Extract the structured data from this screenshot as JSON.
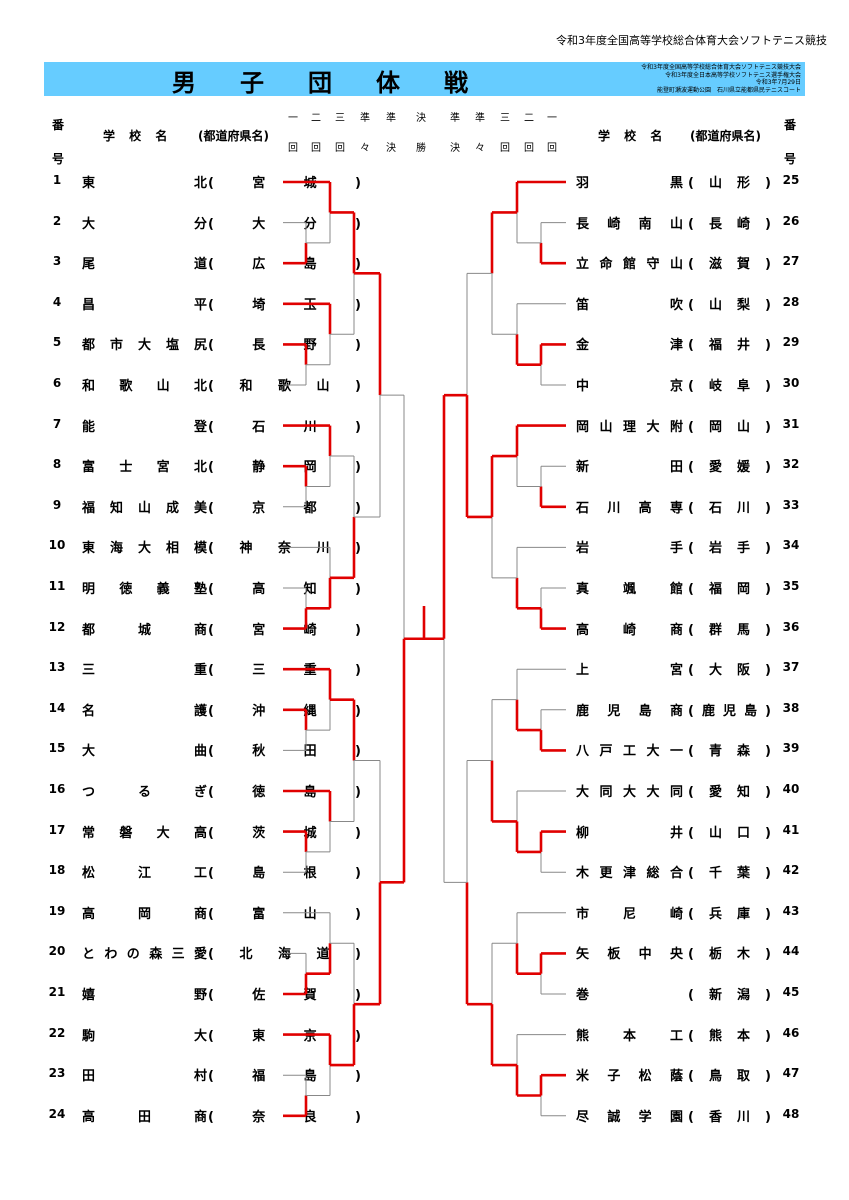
{
  "header": {
    "top_note": "令和3年度全国高等学校総合体育大会ソフトテニス競技",
    "title": "男子団体戦",
    "info_lines": [
      "令和3年度全国高等学校総合体育大会ソフトテニス競技大会",
      "令和3年度全日本高等学校ソフトテニス選手権大会",
      "令和3年7月29日",
      "能登町瀬波運動公園　石川県立能都県民テニスコート"
    ]
  },
  "columns": {
    "num_label": "番号",
    "school_label": "学 校 名",
    "pref_label": "(都道府県名)",
    "rounds_left": [
      {
        "top": "一",
        "bottom": "回"
      },
      {
        "top": "二",
        "bottom": "回"
      },
      {
        "top": "三",
        "bottom": "回"
      },
      {
        "top": "準",
        "bottom": "々"
      },
      {
        "top": "準",
        "bottom": "決"
      },
      {
        "top": "決",
        "bottom": "勝"
      }
    ],
    "rounds_right": [
      {
        "top": "準",
        "bottom": "決"
      },
      {
        "top": "準",
        "bottom": "々"
      },
      {
        "top": "三",
        "bottom": "回"
      },
      {
        "top": "二",
        "bottom": "回"
      },
      {
        "top": "一",
        "bottom": "回"
      }
    ]
  },
  "left_teams": [
    {
      "num": "1",
      "school": "東北",
      "pref": "宮城"
    },
    {
      "num": "2",
      "school": "大分",
      "pref": "大分"
    },
    {
      "num": "3",
      "school": "尾道",
      "pref": "広島"
    },
    {
      "num": "4",
      "school": "昌平",
      "pref": "埼玉"
    },
    {
      "num": "5",
      "school": "都市大塩尻",
      "pref": "長野"
    },
    {
      "num": "6",
      "school": "和歌山北",
      "pref": "和歌山"
    },
    {
      "num": "7",
      "school": "能登",
      "pref": "石川"
    },
    {
      "num": "8",
      "school": "富士宮北",
      "pref": "静岡"
    },
    {
      "num": "9",
      "school": "福知山成美",
      "pref": "京都"
    },
    {
      "num": "10",
      "school": "東海大相模",
      "pref": "神奈川"
    },
    {
      "num": "11",
      "school": "明徳義塾",
      "pref": "高知"
    },
    {
      "num": "12",
      "school": "都城商",
      "pref": "宮崎"
    },
    {
      "num": "13",
      "school": "三重",
      "pref": "三重"
    },
    {
      "num": "14",
      "school": "名護",
      "pref": "沖縄"
    },
    {
      "num": "15",
      "school": "大曲",
      "pref": "秋田"
    },
    {
      "num": "16",
      "school": "つるぎ",
      "pref": "徳島"
    },
    {
      "num": "17",
      "school": "常磐大高",
      "pref": "茨城"
    },
    {
      "num": "18",
      "school": "松江工",
      "pref": "島根"
    },
    {
      "num": "19",
      "school": "高岡商",
      "pref": "富山"
    },
    {
      "num": "20",
      "school": "とわの森三愛",
      "pref": "北海道"
    },
    {
      "num": "21",
      "school": "嬉野",
      "pref": "佐賀"
    },
    {
      "num": "22",
      "school": "駒大",
      "pref": "東京"
    },
    {
      "num": "23",
      "school": "田村",
      "pref": "福島"
    },
    {
      "num": "24",
      "school": "高田商",
      "pref": "奈良"
    }
  ],
  "right_teams": [
    {
      "num": "25",
      "school": "羽黒",
      "pref": "山形"
    },
    {
      "num": "26",
      "school": "長崎南山",
      "pref": "長崎"
    },
    {
      "num": "27",
      "school": "立命館守山",
      "pref": "滋賀"
    },
    {
      "num": "28",
      "school": "笛吹",
      "pref": "山梨"
    },
    {
      "num": "29",
      "school": "金津",
      "pref": "福井"
    },
    {
      "num": "30",
      "school": "中京",
      "pref": "岐阜"
    },
    {
      "num": "31",
      "school": "岡山理大附",
      "pref": "岡山"
    },
    {
      "num": "32",
      "school": "新田",
      "pref": "愛媛"
    },
    {
      "num": "33",
      "school": "石川高専",
      "pref": "石川"
    },
    {
      "num": "34",
      "school": "岩手",
      "pref": "岩手"
    },
    {
      "num": "35",
      "school": "真颯館",
      "pref": "福岡"
    },
    {
      "num": "36",
      "school": "高崎商",
      "pref": "群馬"
    },
    {
      "num": "37",
      "school": "上宮",
      "pref": "大阪"
    },
    {
      "num": "38",
      "school": "鹿児島商",
      "pref": "鹿児島"
    },
    {
      "num": "39",
      "school": "八戸工大一",
      "pref": "青森"
    },
    {
      "num": "40",
      "school": "大同大大同",
      "pref": "愛知"
    },
    {
      "num": "41",
      "school": "柳井",
      "pref": "山口"
    },
    {
      "num": "42",
      "school": "木更津総合",
      "pref": "千葉"
    },
    {
      "num": "43",
      "school": "市尼崎",
      "pref": "兵庫"
    },
    {
      "num": "44",
      "school": "矢板中央",
      "pref": "栃木"
    },
    {
      "num": "45",
      "school": "巻",
      "pref": "新潟"
    },
    {
      "num": "46",
      "school": "熊本工",
      "pref": "熊本"
    },
    {
      "num": "47",
      "school": "米子松蔭",
      "pref": "鳥取"
    },
    {
      "num": "48",
      "school": "尽誠学園",
      "pref": "香川"
    }
  ],
  "colors": {
    "winner_line": "#e00000",
    "loser_line": "#888888",
    "title_bar": "#66ccff"
  }
}
